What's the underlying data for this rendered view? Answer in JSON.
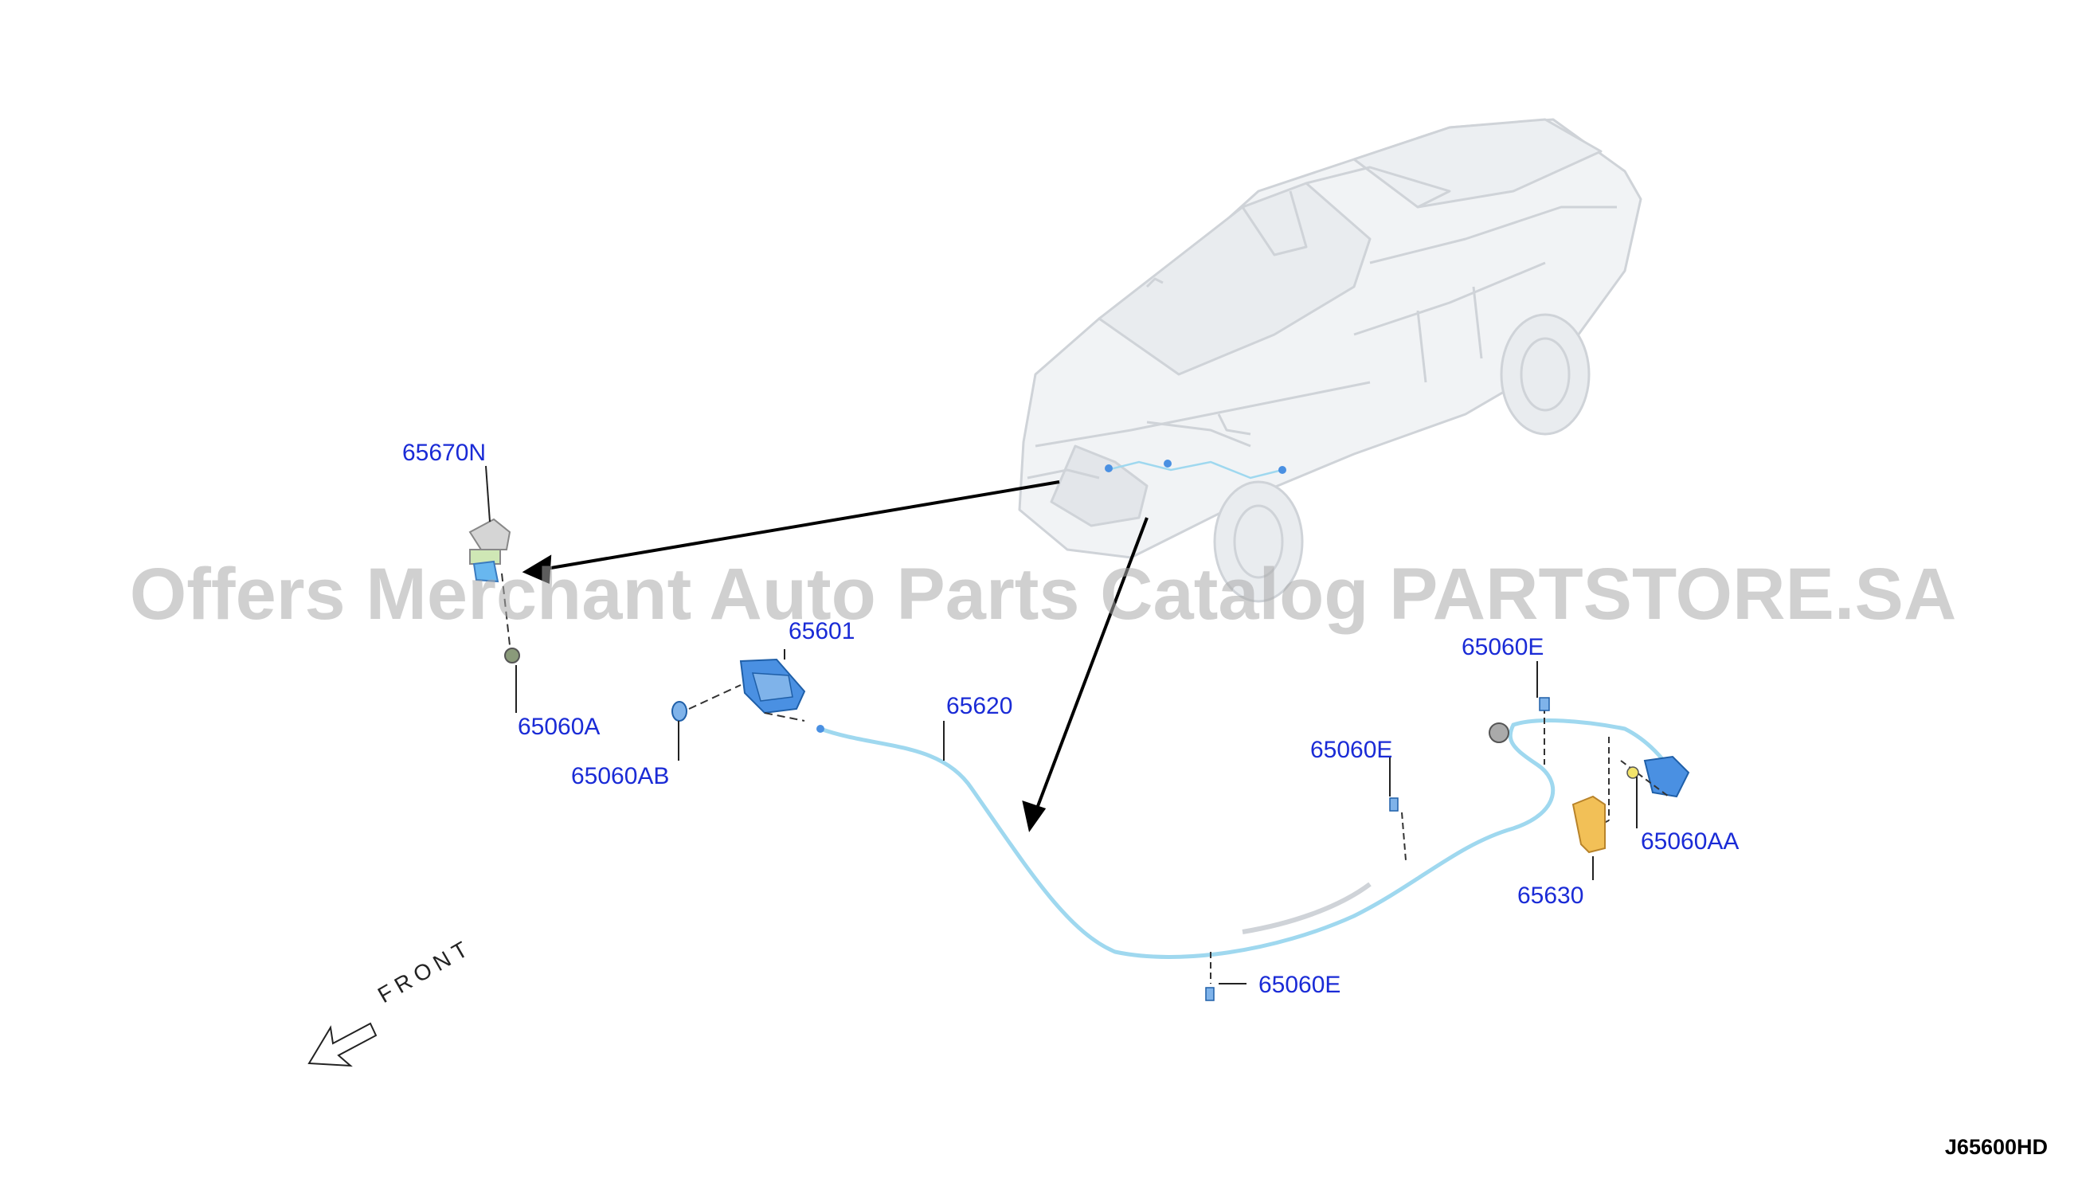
{
  "diagram": {
    "id_code": "J65600HD",
    "watermark": "Offers Merchant Auto Parts Catalog PARTSTORE.SA",
    "front_marker": "FRONT",
    "part_labels": {
      "p65670N": "65670N",
      "p65060A": "65060A",
      "p65601": "65601",
      "p65060AB": "65060AB",
      "p65620": "65620",
      "p65060E_top": "65060E",
      "p65060E_mid": "65060E",
      "p65060E_bottom": "65060E",
      "p65060AA": "65060AA",
      "p65630": "65630"
    },
    "colors": {
      "label": "#1a2bd6",
      "part_blue": "#4a90e2",
      "cable": "#9fd8ef",
      "handle": "#f2c057",
      "vehicle_line": "#cfd3d8",
      "arrow": "#000000"
    }
  }
}
